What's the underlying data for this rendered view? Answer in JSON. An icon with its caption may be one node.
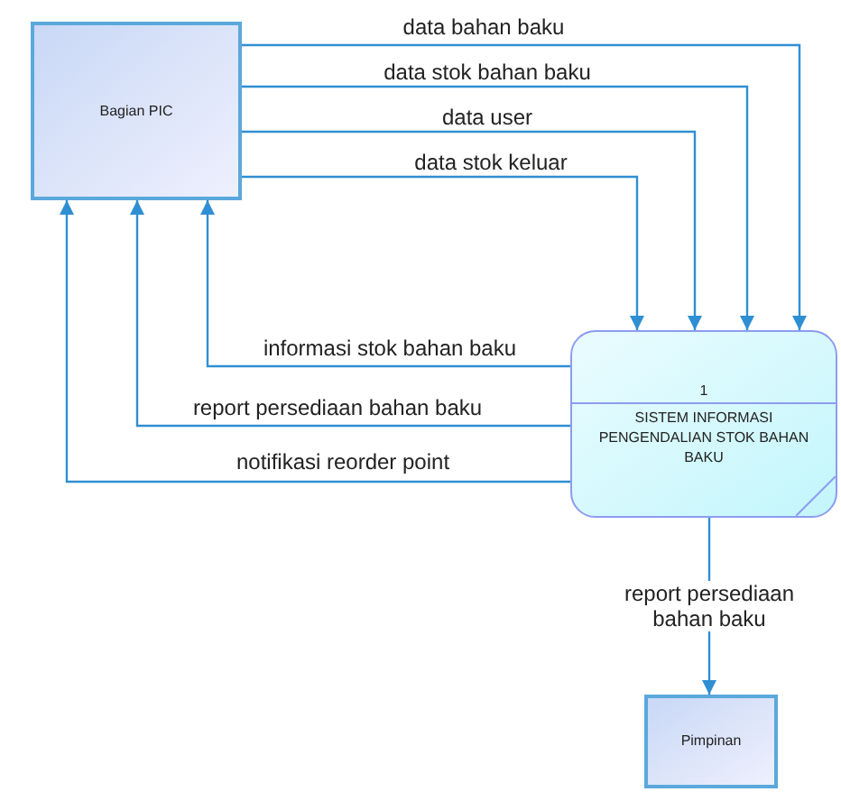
{
  "diagram": {
    "nodes": [
      {
        "text": [
          "Bagian PIC"
        ]
      },
      {
        "text": [
          "1",
          "SISTEM INFORMASI PENGENDALIAN STOK BAHAN BAKU"
        ]
      },
      {
        "text": [
          "Pimpinan"
        ]
      }
    ],
    "edges": [
      {
        "from": 0,
        "to": 1,
        "arrow": "to",
        "label": "data bahan baku"
      },
      {
        "from": 0,
        "to": 1,
        "arrow": "to",
        "label": "data stok bahan baku"
      },
      {
        "from": 0,
        "to": 1,
        "arrow": "to",
        "label": "data user"
      },
      {
        "from": 0,
        "to": 1,
        "arrow": "to",
        "label": "data stok keluar"
      },
      {
        "from": 1,
        "to": 0,
        "arrow": "to",
        "label": "informasi stok bahan baku"
      },
      {
        "from": 1,
        "to": 0,
        "arrow": "to",
        "label": "report persediaan bahan baku"
      },
      {
        "from": 1,
        "to": 0,
        "arrow": "to",
        "label": "notifikasi reorder point"
      },
      {
        "from": 1,
        "to": 2,
        "arrow": "to",
        "label": "report persediaan bahan baku"
      }
    ]
  }
}
